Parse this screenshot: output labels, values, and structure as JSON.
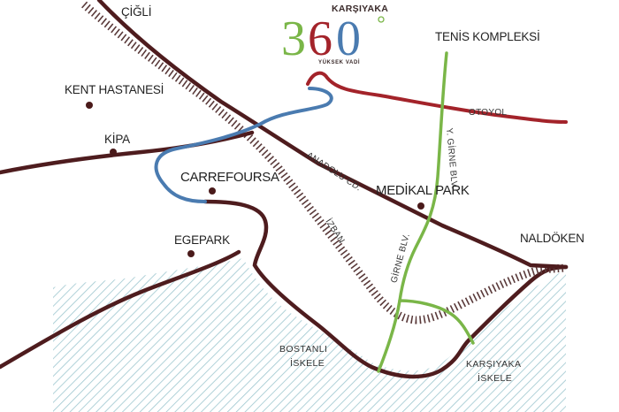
{
  "logo": {
    "brand": "KARŞIYAKA",
    "digit_1": "3",
    "digit_2": "6",
    "digit_3": "0",
    "subtitle": "YÜKSEK VADİ",
    "digit_colors": [
      "#7ab648",
      "#a3232a",
      "#4a7bb0"
    ]
  },
  "places": {
    "cigli": "ÇİĞLİ",
    "kent_hastanesi": "KENT HASTANESİ",
    "kipa": "KİPA",
    "carrefoursa": "CARREFOURSA",
    "egepark": "EGEPARK",
    "medikal_park": "MEDİKAL PARK",
    "tenis_kompleksi": "TENİS KOMPLEKSİ",
    "naldoken": "NALDÖKEN"
  },
  "roads": {
    "otoyol": "OTOYOL",
    "anadolu_cd": "ANADOLU CD.",
    "izban": "İZBAN",
    "y_girne_blv": "Y. GİRNE BLV.",
    "girne_blv": "GİRNE BLV."
  },
  "piers": {
    "bostanli_line1": "BOSTANLI",
    "bostanli_line2": "İSKELE",
    "karsiyaka_line1": "KARŞIYAKA",
    "karsiyaka_line2": "İSKELE"
  },
  "colors": {
    "main_road": "#4e1c1e",
    "highway": "#a3232a",
    "connector": "#4a7bb0",
    "boulevard": "#7ab648",
    "rail": "#5a3a3a",
    "sea_hatch": "#9dc6cf"
  },
  "icons": {
    "place_marker": "dark-dot-icon",
    "rail": "railway-track-icon",
    "sea": "sea-hatch-pattern"
  }
}
